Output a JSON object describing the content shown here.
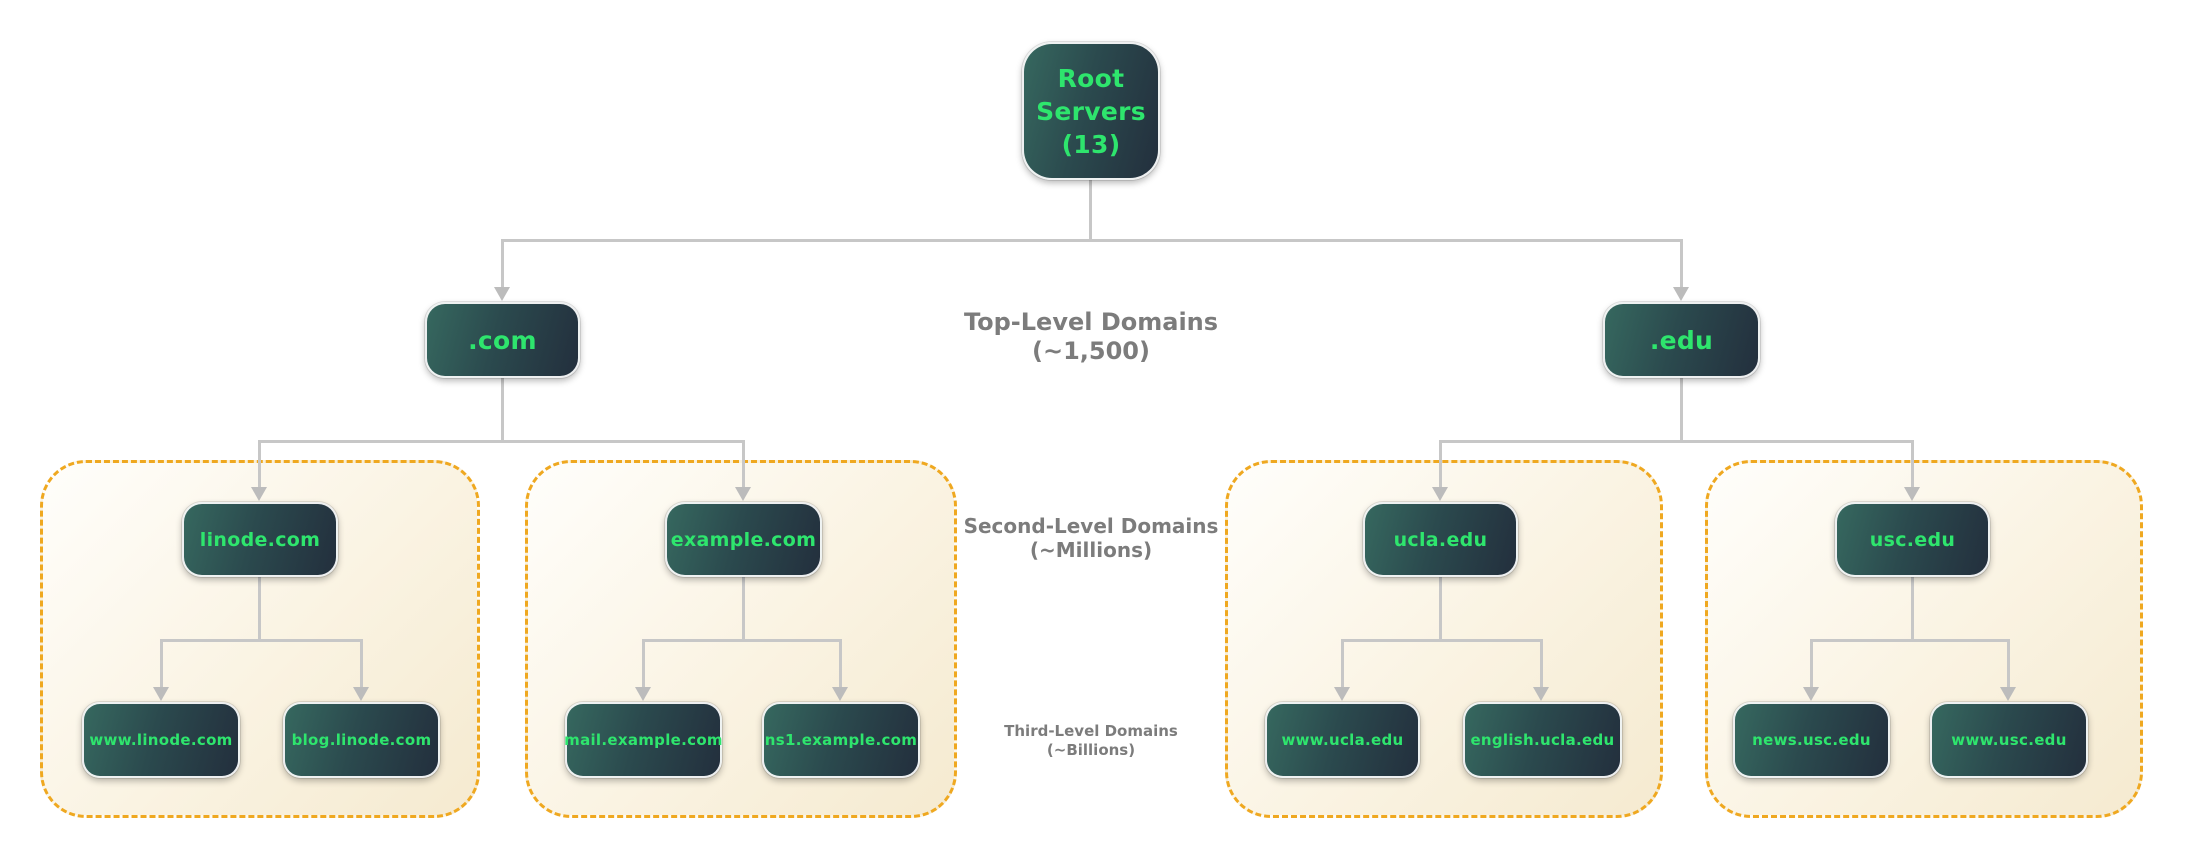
{
  "nodes": {
    "root": "Root Servers (13)",
    "com": ".com",
    "edu": ".edu",
    "linode": "linode.com",
    "example": "example.com",
    "ucla": "ucla.edu",
    "usc": "usc.edu",
    "www_linode": "www.linode.com",
    "blog_linode": "blog.linode.com",
    "mail_example": "mail.example.com",
    "ns1_example": "ns1.example.com",
    "www_ucla": "www.ucla.edu",
    "english_ucla": "english.ucla.edu",
    "news_usc": "news.usc.edu",
    "www_usc": "www.usc.edu"
  },
  "captions": {
    "top": {
      "title": "Top-Level Domains",
      "count": "(~1,500)"
    },
    "second": {
      "title": "Second-Level Domains",
      "count": "(~Millions)"
    },
    "third": {
      "title": "Third-Level Domains",
      "count": "(~Billions)"
    }
  },
  "colors": {
    "node_text_green": "#2ee56d",
    "node_gradient_start": "#36685f",
    "node_gradient_end": "#232f3d",
    "connector_gray": "#c7c7c7",
    "zone_border_orange": "#efa820",
    "zone_fill_cream": "#f5ead0",
    "caption_gray": "#7c7c7c"
  }
}
